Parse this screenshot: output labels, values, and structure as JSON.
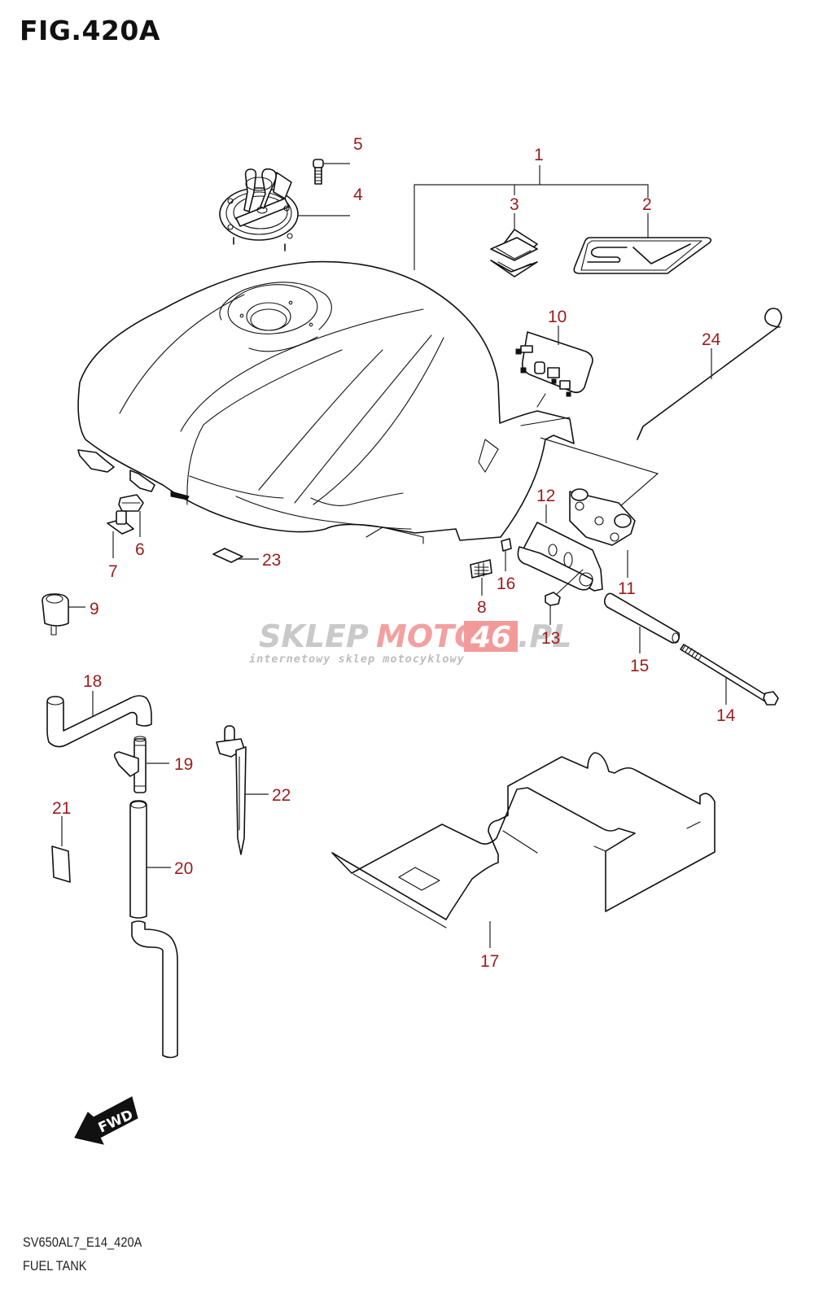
{
  "figure": {
    "title": "FIG.420A",
    "code": "SV650AL7_E14_420A",
    "name": "FUEL TANK",
    "label_color": "#9b1c1c"
  },
  "watermark": {
    "part1": "SKLEP",
    "part2": "MOTO",
    "part3": "46",
    "part4": ".PL",
    "tagline": "internetowy sklep motocyklowy"
  },
  "fwd_marker": {
    "label": "FWD",
    "icon": "forward-arrow-icon"
  },
  "callouts": [
    {
      "id": "1",
      "part": "emblem-set"
    },
    {
      "id": "2",
      "part": "sv-emblem"
    },
    {
      "id": "3",
      "part": "suzuki-s-emblem"
    },
    {
      "id": "4",
      "part": "fuel-cap-assy"
    },
    {
      "id": "5",
      "part": "cap-bolt"
    },
    {
      "id": "6",
      "part": "cushion"
    },
    {
      "id": "7",
      "part": "collar"
    },
    {
      "id": "9",
      "part": "cushion-rubber"
    },
    {
      "id": "8",
      "part": "pad"
    },
    {
      "id": "10",
      "part": "bracket-with-studs"
    },
    {
      "id": "11",
      "part": "tank-mount-bracket"
    },
    {
      "id": "12",
      "part": "hinge-bracket"
    },
    {
      "id": "13",
      "part": "nut"
    },
    {
      "id": "14",
      "part": "long-bolt"
    },
    {
      "id": "15",
      "part": "spacer-pipe"
    },
    {
      "id": "16",
      "part": "clip"
    },
    {
      "id": "17",
      "part": "heat-shield-plate"
    },
    {
      "id": "18",
      "part": "breather-hose"
    },
    {
      "id": "19",
      "part": "t-joint"
    },
    {
      "id": "20",
      "part": "drain-hose"
    },
    {
      "id": "21",
      "part": "label-pad"
    },
    {
      "id": "22",
      "part": "cable-tie-clamp"
    },
    {
      "id": "23",
      "part": "cushion-pad"
    },
    {
      "id": "24",
      "part": "tank-prop-rod"
    }
  ]
}
